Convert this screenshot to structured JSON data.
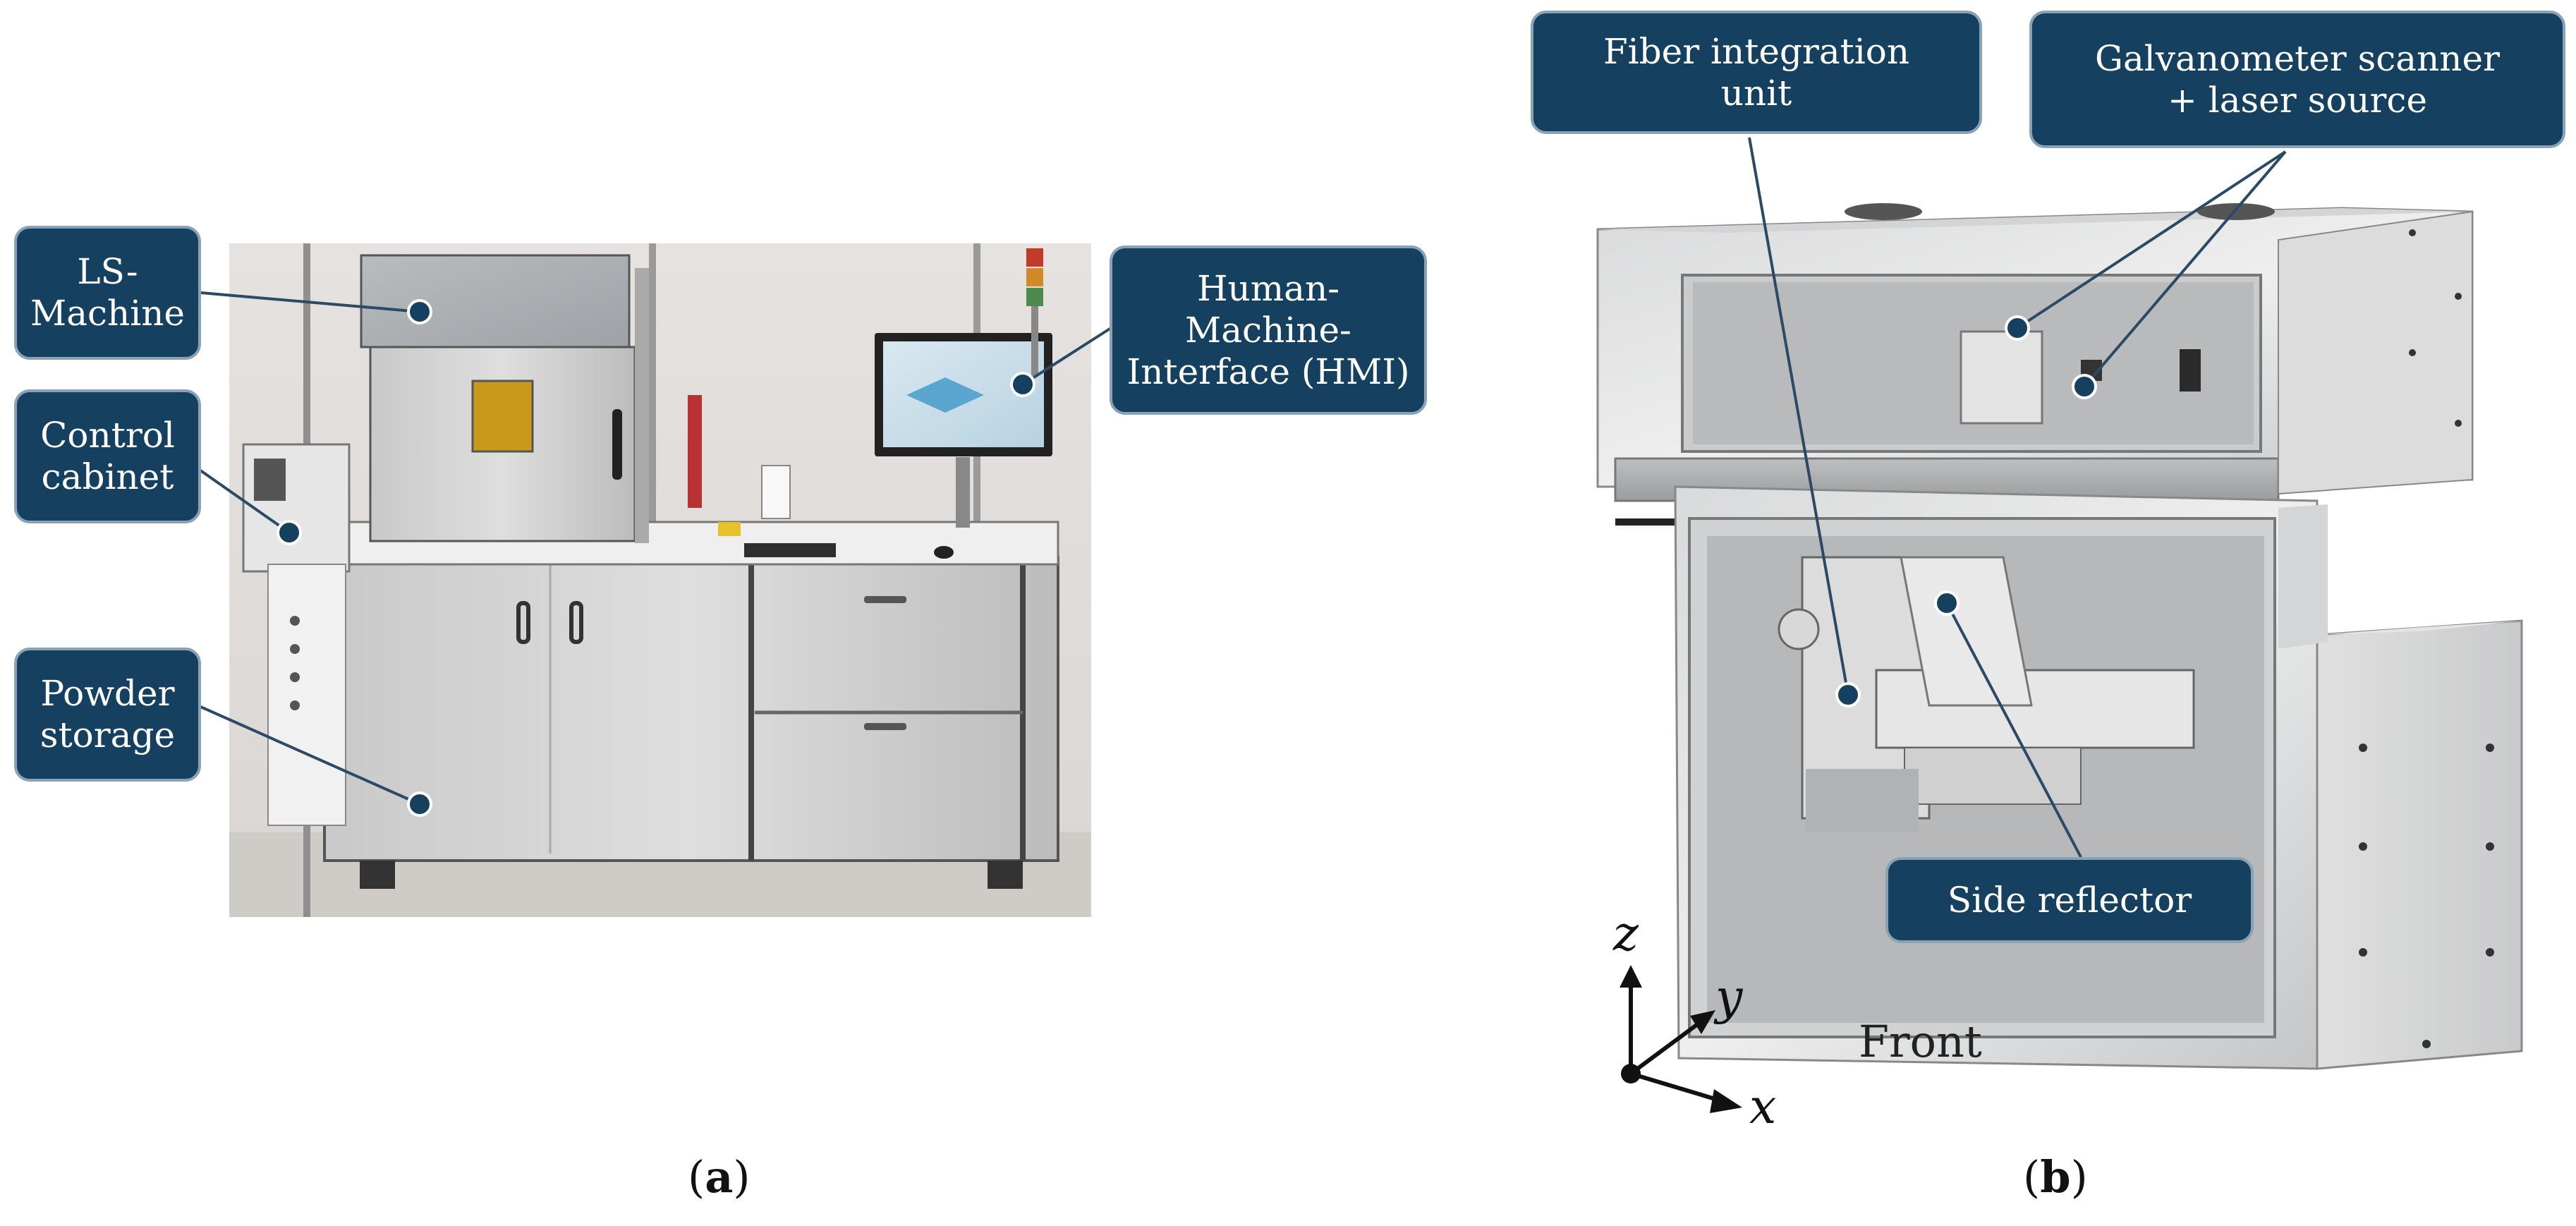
{
  "panel_a": {
    "caption_open": "(",
    "caption_letter": "a",
    "caption_close": ")",
    "labels": {
      "ls_machine": "LS-\nMachine",
      "control_cabinet": "Control\ncabinet",
      "powder_storage": "Powder\nstorage",
      "hmi": "Human-\nMachine-\nInterface (HMI)"
    }
  },
  "panel_b": {
    "caption_open": "(",
    "caption_letter": "b",
    "caption_close": ")",
    "labels": {
      "fiber_integration_unit": "Fiber integration\nunit",
      "galvanometer_scanner": "Galvanometer scanner\n+ laser source",
      "side_reflector": "Side reflector"
    },
    "front_label": "Front",
    "axes": {
      "x": "x",
      "y": "y",
      "z": "z"
    }
  },
  "colors": {
    "label_fill": "#15405f",
    "label_border": "#8aa2b6",
    "leader_line": "#2b4a66"
  }
}
